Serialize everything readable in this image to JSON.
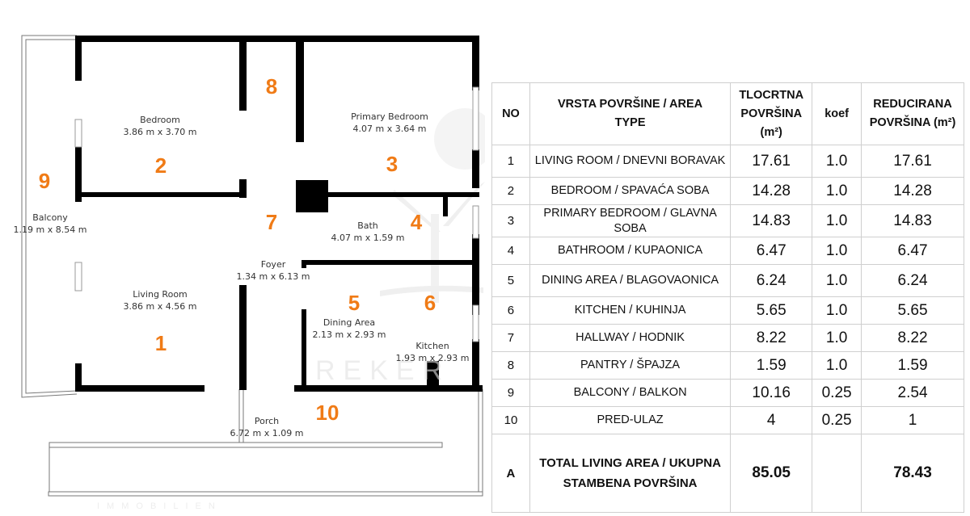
{
  "floorplan": {
    "rooms": [
      {
        "name": "Bedroom",
        "dims": "3.86 m x 3.70 m",
        "num": "2"
      },
      {
        "name": "Primary Bedroom",
        "dims": "4.07 m x 3.64 m",
        "num": "3"
      },
      {
        "name": "Balcony",
        "dims": "1.19 m x 8.54 m",
        "num": "9"
      },
      {
        "name": "Bath",
        "dims": "4.07 m x 1.59 m",
        "num": "4"
      },
      {
        "name": "Foyer",
        "dims": "1.34 m x 6.13 m",
        "num": "7"
      },
      {
        "name": "Living Room",
        "dims": "3.86 m x 4.56 m",
        "num": "1"
      },
      {
        "name": "Dining Area",
        "dims": "2.13 m x 2.93 m",
        "num": "5"
      },
      {
        "name": "Kitchen",
        "dims": "1.93 m x 2.93 m",
        "num": "6"
      },
      {
        "name": "Porch",
        "dims": "6.72 m x 1.09 m",
        "num": "10"
      },
      {
        "name": "",
        "dims": "",
        "num": "8"
      }
    ],
    "accent_color": "#f07b16",
    "watermark": {
      "brand": "REKER",
      "sub": "IMMOBILIEN"
    }
  },
  "table": {
    "headers": [
      "NO",
      "VRSTA POVRŠINE / AREA TYPE",
      "TLOCRTNA POVRŠINA (m²)",
      "koef",
      "REDUCIRANA POVRŠINA (m²)"
    ],
    "rows": [
      {
        "no": "1",
        "type": "LIVING ROOM / DNEVNI BORAVAK",
        "area": "17.61",
        "koef": "1.0",
        "reduced": "17.61"
      },
      {
        "no": "2",
        "type": "BEDROOM / SPAVAĆA SOBA",
        "area": "14.28",
        "koef": "1.0",
        "reduced": "14.28"
      },
      {
        "no": "3",
        "type": "PRIMARY BEDROOM / GLAVNA SOBA",
        "area": "14.83",
        "koef": "1.0",
        "reduced": "14.83"
      },
      {
        "no": "4",
        "type": "BATHROOM / KUPAONICA",
        "area": "6.47",
        "koef": "1.0",
        "reduced": "6.47"
      },
      {
        "no": "5",
        "type": "DINING AREA / BLAGOVAONICA",
        "area": "6.24",
        "koef": "1.0",
        "reduced": "6.24"
      },
      {
        "no": "6",
        "type": "KITCHEN / KUHINJA",
        "area": "5.65",
        "koef": "1.0",
        "reduced": "5.65"
      },
      {
        "no": "7",
        "type": "HALLWAY / HODNIK",
        "area": "8.22",
        "koef": "1.0",
        "reduced": "8.22"
      },
      {
        "no": "8",
        "type": "PANTRY / ŠPAJZA",
        "area": "1.59",
        "koef": "1.0",
        "reduced": "1.59"
      },
      {
        "no": "9",
        "type": "BALCONY / BALKON",
        "area": "10.16",
        "koef": "0.25",
        "reduced": "2.54"
      },
      {
        "no": "10",
        "type": "PRED-ULAZ",
        "area": "4",
        "koef": "0.25",
        "reduced": "1"
      }
    ],
    "total": {
      "no": "A",
      "type": "TOTAL LIVING AREA / UKUPNA STAMBENA POVRŠINA",
      "area": "85.05",
      "koef": "",
      "reduced": "78.43"
    }
  }
}
